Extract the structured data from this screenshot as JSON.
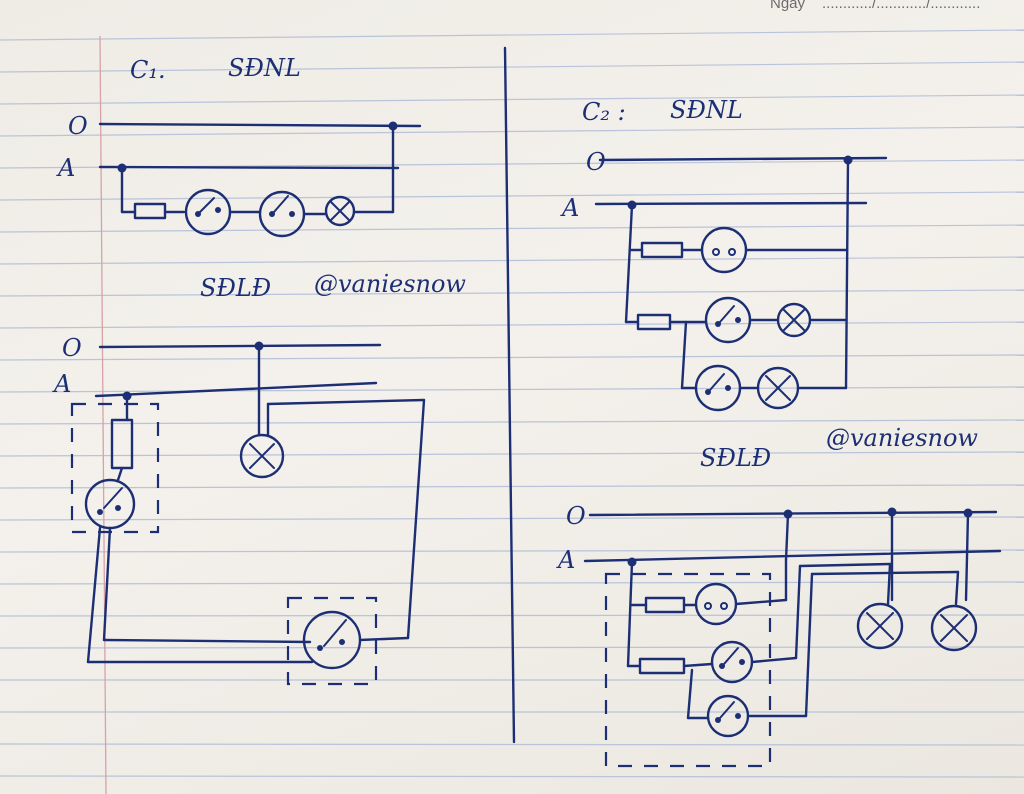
{
  "header": {
    "date_label": "Ngày",
    "date_blank": "............/............/............"
  },
  "left_panel": {
    "title_c1": "C₁.",
    "title_sdnl": "SĐNL",
    "title_sdld": "SĐLĐ",
    "watermark": "@vaniesnow",
    "label_o_top": "O",
    "label_a_top": "A",
    "label_o_bottom": "O",
    "label_a_bottom": "A"
  },
  "right_panel": {
    "title_c2": "C₂ :",
    "title_sdnl": "SĐNL",
    "title_sdld": "SĐLĐ",
    "watermark": "@vaniesnow",
    "label_o_top": "O",
    "label_a_top": "A",
    "label_o_bottom": "O",
    "label_a_bottom": "A"
  },
  "colors": {
    "ink": "#1c2f74",
    "paper": "#f2efe9",
    "rule": "#b9c3d9",
    "margin": "#d7a2a6"
  }
}
